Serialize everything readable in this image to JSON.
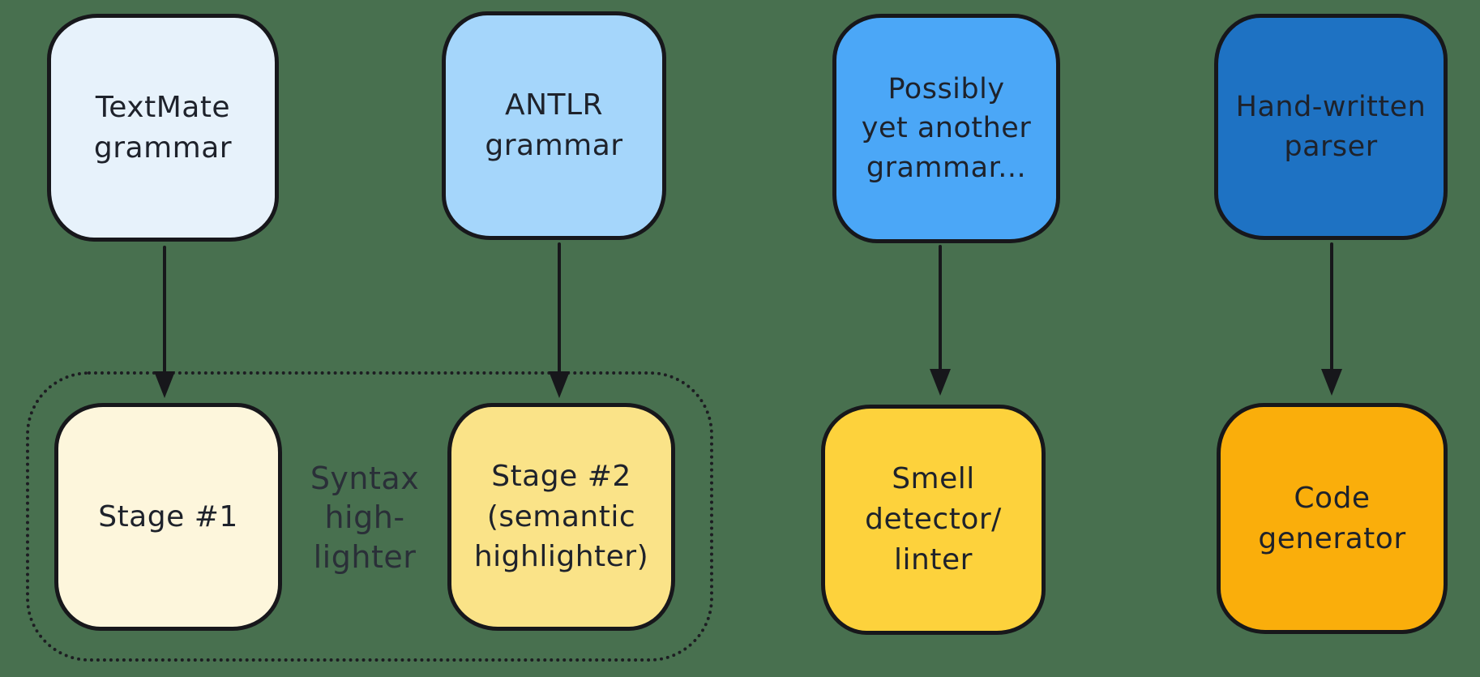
{
  "canvas": {
    "background": "#48704f",
    "stroke": "#17171b",
    "text_color": "#1e222b"
  },
  "nodes": [
    {
      "id": "textmate-grammar",
      "label": "TextMate\ngrammar",
      "fill": "#e7f2fb"
    },
    {
      "id": "antlr-grammar",
      "label": "ANTLR\ngrammar",
      "fill": "#a5d6fb"
    },
    {
      "id": "yet-another-grammar",
      "label": "Possibly\nyet another\ngrammar...",
      "fill": "#4ba7f7"
    },
    {
      "id": "hand-written-parser",
      "label": "Hand-written\nparser",
      "fill": "#1e72c3"
    },
    {
      "id": "stage-1",
      "label": "Stage #1",
      "fill": "#fdf6dc"
    },
    {
      "id": "stage-2",
      "label": "Stage #2\n(semantic\nhighlighter)",
      "fill": "#fae388"
    },
    {
      "id": "smell-detector",
      "label": "Smell\ndetector/\nlinter",
      "fill": "#fdd23c"
    },
    {
      "id": "code-generator",
      "label": "Code\ngenerator",
      "fill": "#faae0b"
    }
  ],
  "group": {
    "id": "syntax-highlighter",
    "label": "Syntax\nhigh-\nlighter"
  },
  "edges": [
    {
      "from": "textmate-grammar",
      "to": "stage-1"
    },
    {
      "from": "antlr-grammar",
      "to": "stage-2"
    },
    {
      "from": "yet-another-grammar",
      "to": "smell-detector"
    },
    {
      "from": "hand-written-parser",
      "to": "code-generator"
    }
  ]
}
